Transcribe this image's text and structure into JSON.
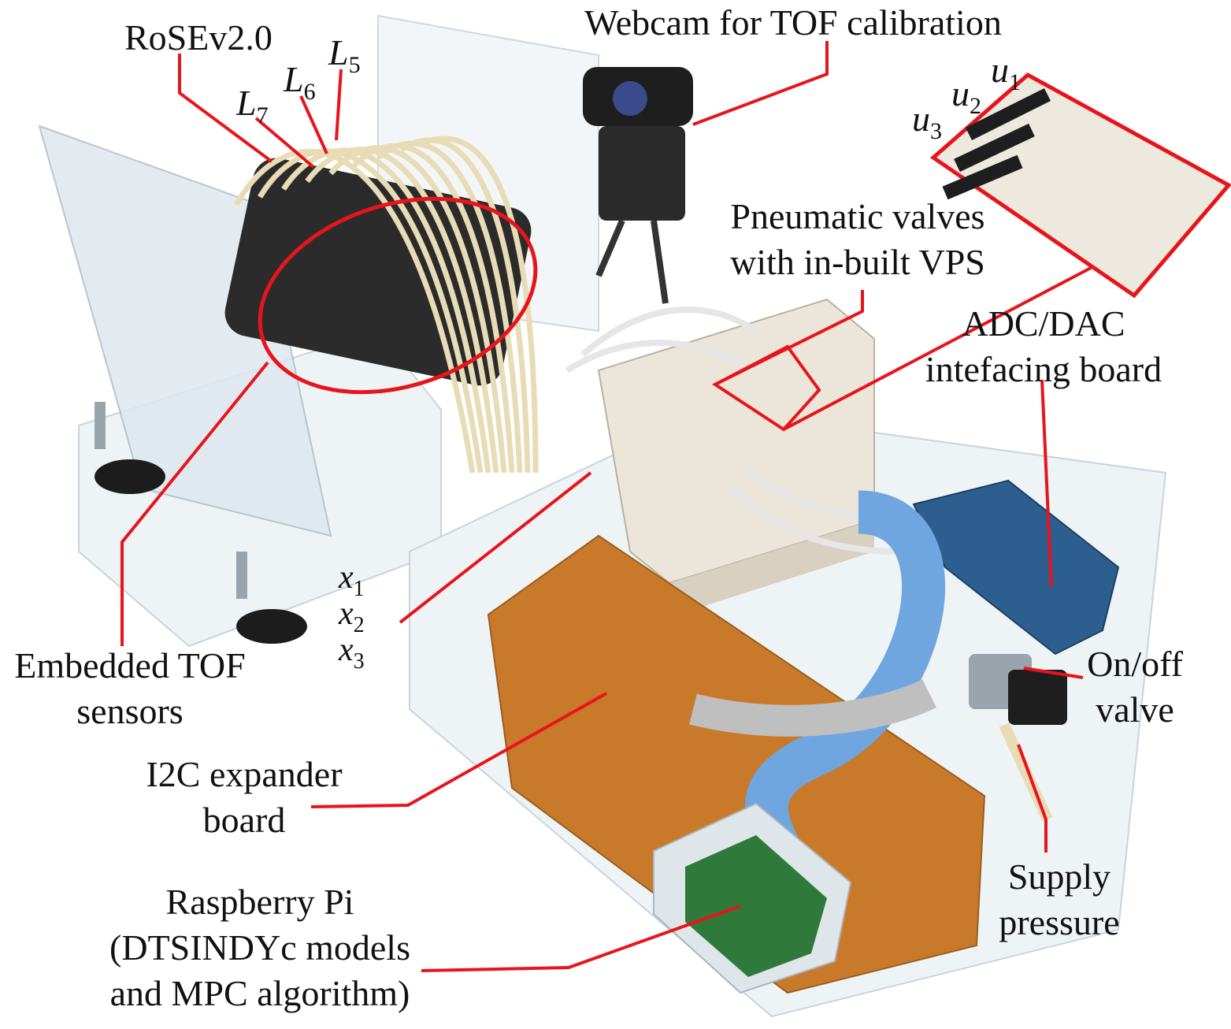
{
  "labels": {
    "rosev": "RoSEv2.0",
    "webcam": "Webcam for TOF calibration",
    "pneumatic_line1": "Pneumatic valves",
    "pneumatic_line2": "with in-built VPS",
    "adc_line1": "ADC/DAC",
    "adc_line2": "intefacing board",
    "onoff_line1": "On/off",
    "onoff_line2": "valve",
    "supply_line1": "Supply",
    "supply_line2": "pressure",
    "tof_line1": "Embedded TOF",
    "tof_line2": "sensors",
    "i2c_line1": "I2C expander",
    "i2c_line2": "board",
    "rpi_line1": "Raspberry Pi",
    "rpi_line2": "(DTSINDYc models",
    "rpi_line3": "and MPC algorithm)"
  },
  "math": {
    "L5": {
      "base": "L",
      "sub": "5"
    },
    "L6": {
      "base": "L",
      "sub": "6"
    },
    "L7": {
      "base": "L",
      "sub": "7"
    },
    "u1": {
      "base": "u",
      "sub": "1"
    },
    "u2": {
      "base": "u",
      "sub": "2"
    },
    "u3": {
      "base": "u",
      "sub": "3"
    },
    "x1": {
      "base": "x",
      "sub": "1"
    },
    "x2": {
      "base": "x",
      "sub": "2"
    },
    "x3": {
      "base": "x",
      "sub": "3"
    }
  },
  "colors": {
    "callout": "#e8141b",
    "acrylic": "#dfe8ef",
    "tubing": "#eee4c4",
    "perfboard": "#c87a2a",
    "ribbon": "#6fa6e0",
    "valve_body": "#ece6da",
    "pcb_green": "#2f7a3a"
  }
}
